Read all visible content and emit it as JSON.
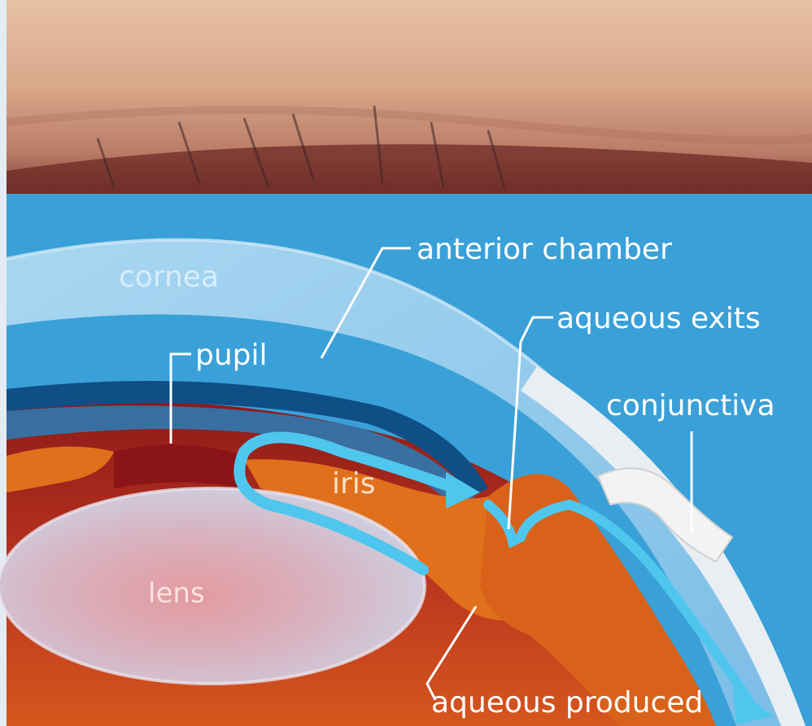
{
  "photo": {
    "description_icon": "eyelid-photo"
  },
  "labels": {
    "anterior_chamber": "anterior chamber",
    "cornea": "cornea",
    "aqueous_exits": "aqueous exits",
    "pupil": "pupil",
    "conjunctiva": "conjunctiva",
    "iris": "iris",
    "lens": "lens",
    "aqueous_produced": "aqueous produced"
  },
  "colors": {
    "background_blue": "#3aa0d8",
    "cornea": "#8fc9ec",
    "iris_orange": "#e0701c",
    "lens": "#d9c7d3",
    "flow_arrow": "#4fc6ee",
    "deep_red": "#9a1d18"
  }
}
